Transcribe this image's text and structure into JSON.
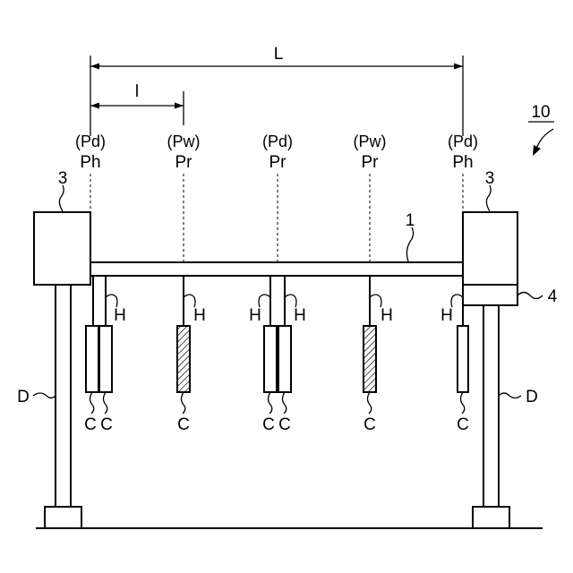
{
  "figure_number": "10",
  "dimensions": {
    "long": "L",
    "short": "l"
  },
  "positions": [
    {
      "role": "(Pd)",
      "type": "Ph"
    },
    {
      "role": "(Pw)",
      "type": "Pr"
    },
    {
      "role": "(Pd)",
      "type": "Pr"
    },
    {
      "role": "(Pw)",
      "type": "Pr"
    },
    {
      "role": "(Pd)",
      "type": "Ph"
    }
  ],
  "labels": {
    "beam": "1",
    "end_block": "3",
    "base_plate": "4",
    "holder": "H",
    "cartridge": "C",
    "drive": "D"
  }
}
